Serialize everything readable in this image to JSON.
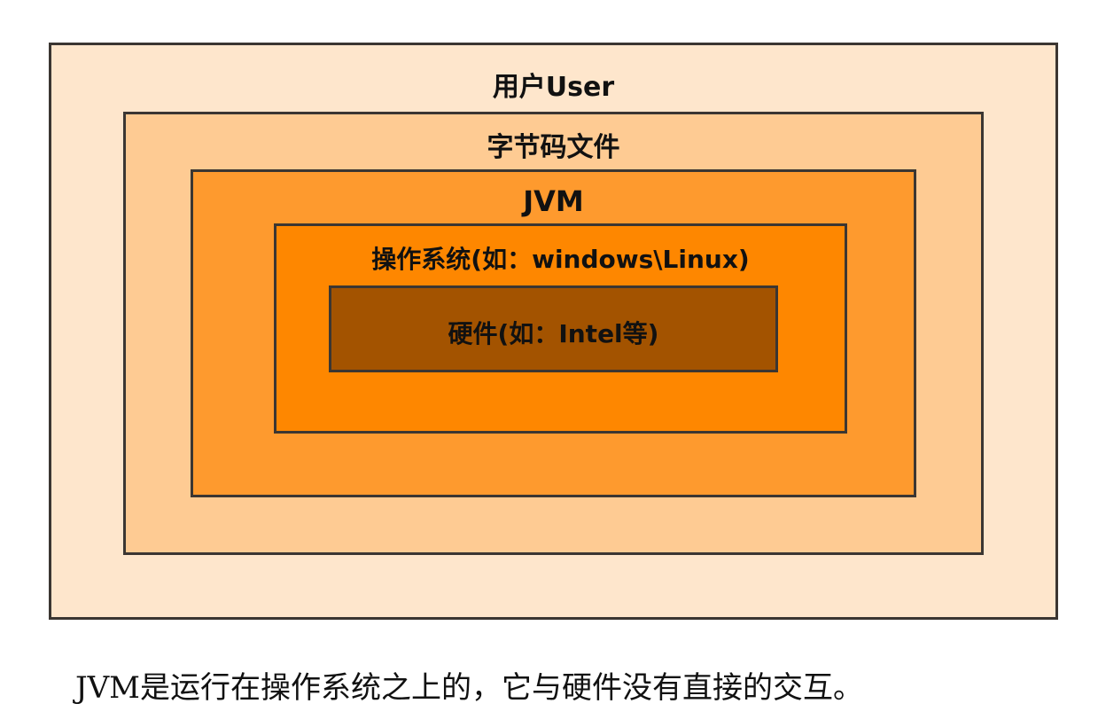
{
  "diagram": {
    "layers": [
      {
        "label": "用户User",
        "color": "#fee6cc"
      },
      {
        "label": "字节码文件",
        "color": "#fecb93"
      },
      {
        "label": "JVM",
        "color": "#fe9a2e"
      },
      {
        "label": "操作系统(如：windows\\Linux)",
        "color": "#fe8700"
      },
      {
        "label": "硬件(如：Intel等)",
        "color": "#a35300"
      }
    ],
    "caption": "JVM是运行在操作系统之上的，它与硬件没有直接的交互。"
  }
}
